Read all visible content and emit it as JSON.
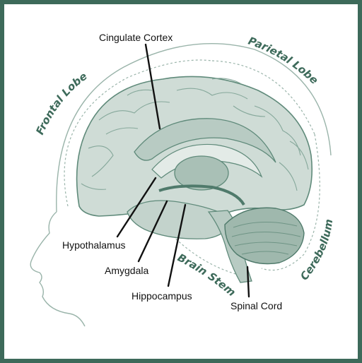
{
  "colors": {
    "frame": "#3d6a5a",
    "brain_fill": "#cfdcd6",
    "brain_stroke": "#5f8a7a",
    "region_text": "#3d6a5a",
    "leader_line": "#111111"
  },
  "labels": {
    "cingulate_cortex": "Cingulate Cortex",
    "hypothalamus": "Hypothalamus",
    "amygdala": "Amygdala",
    "hippocampus": "Hippocampus",
    "spinal_cord": "Spinal Cord"
  },
  "regions": {
    "frontal_lobe": "Frontal Lobe",
    "parietal_lobe": "Parietal Lobe",
    "brain_stem": "Brain Stem",
    "cerebellum": "Cerebellum"
  }
}
